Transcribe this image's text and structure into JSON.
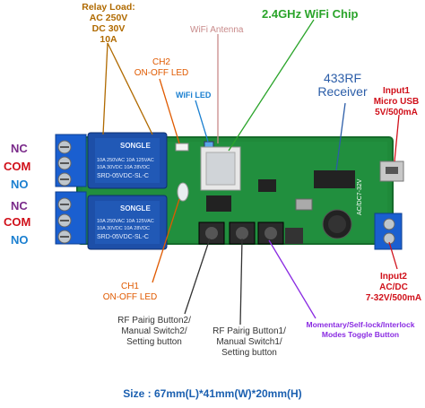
{
  "labels": {
    "relay_load": {
      "title": "Relay Load:",
      "ac": "AC 250V",
      "dc": "DC 30V",
      "current": "10A",
      "color": "#b06a00"
    },
    "wifi_chip": {
      "text": "2.4GHz WiFi Chip",
      "color": "#2aa42a"
    },
    "wifi_antenna": {
      "text": "WiFi Antenna",
      "color": "#c88a8a"
    },
    "ch2_led": {
      "line1": "CH2",
      "line2": "ON-OFF LED",
      "color": "#e05a00"
    },
    "wifi_led": {
      "text": "WiFi LED",
      "color": "#1a7fd0"
    },
    "rf_receiver": {
      "line1": "433RF",
      "line2": "Receiver",
      "color": "#2b5da8"
    },
    "input1": {
      "line1": "Input1",
      "line2": "Micro USB",
      "line3": "5V/500mA",
      "color": "#d0101a"
    },
    "input2": {
      "line1": "Input2",
      "line2": "AC/DC",
      "line3": "7-32V/500mA",
      "color": "#d0101a"
    },
    "ch1_led": {
      "line1": "CH1",
      "line2": "ON-OFF LED",
      "color": "#e05a00"
    },
    "rf_button2": {
      "line1": "RF Pairig Button2/",
      "line2": "Manual Switch2/",
      "line3": "Setting button",
      "color": "#333333"
    },
    "rf_button1": {
      "line1": "RF Pairig Button1/",
      "line2": "Manual Switch1/",
      "line3": "Setting button",
      "color": "#333333"
    },
    "mode_button": {
      "line1": "Momentary/Self-lock/Interlock",
      "line2": "Modes Toggle Button",
      "color": "#8a2be2"
    },
    "terminals": {
      "nc1": "NC",
      "com1": "COM",
      "no1": "NO",
      "nc2": "NC",
      "com2": "COM",
      "no2": "NO",
      "nc_color": "#7a2a8a",
      "com_color": "#d0101a",
      "no_color": "#1a7fd0"
    },
    "size": {
      "text": "Size : 67mm(L)*41mm(W)*20mm(H)",
      "color": "#1a5fb0"
    }
  },
  "board": {
    "relay_brand": "SONGLE",
    "relay_rating1": "10A 250VAC 10A 125VAC",
    "relay_rating2": "10A 30VDC 10A 28VDC",
    "relay_model": "SRD-05VDC-SL-C",
    "side_print": "AC/DC7-32V",
    "colors": {
      "pcb": "#1f8a3a",
      "relay": "#1d4fa8",
      "terminal": "#1a5fd0",
      "chip": "#222222"
    }
  }
}
